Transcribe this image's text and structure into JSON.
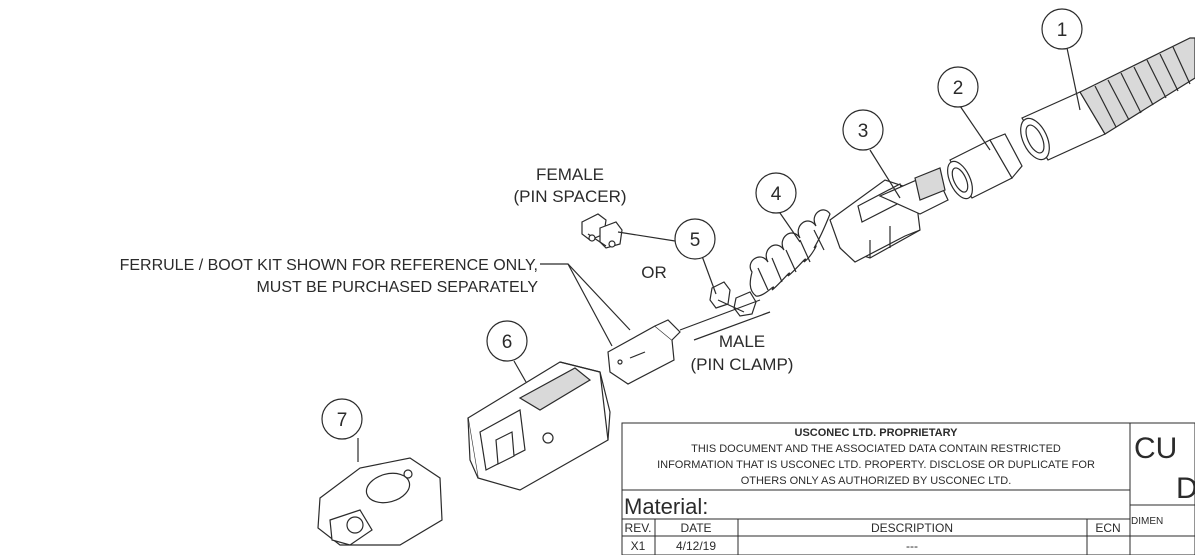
{
  "balloons": [
    "1",
    "2",
    "3",
    "4",
    "5",
    "6",
    "7"
  ],
  "labels": {
    "female_title": "FEMALE",
    "female_sub": "(PIN SPACER)",
    "or": "OR",
    "male_title": "MALE",
    "male_sub": "(PIN CLAMP)",
    "ferrule_note_line1": "FERRULE / BOOT KIT SHOWN FOR REFERENCE ONLY,",
    "ferrule_note_line2": "MUST BE PURCHASED SEPARATELY"
  },
  "title_block": {
    "proprietary_title": "USCONEC LTD. PROPRIETARY",
    "proprietary_line1": "THIS DOCUMENT AND THE ASSOCIATED DATA CONTAIN RESTRICTED",
    "proprietary_line2": "INFORMATION THAT IS USCONEC LTD. PROPERTY. DISCLOSE OR DUPLICATE FOR",
    "proprietary_line3": "OTHERS ONLY AS AUTHORIZED BY USCONEC LTD.",
    "material_label": "Material:",
    "columns": [
      "REV.",
      "DATE",
      "DESCRIPTION",
      "ECN"
    ],
    "rows": [
      [
        "X1",
        "4/12/19",
        "---",
        ""
      ]
    ],
    "right_text_1": "CU",
    "right_text_2": "D",
    "right_text_3": "DIMEN"
  }
}
